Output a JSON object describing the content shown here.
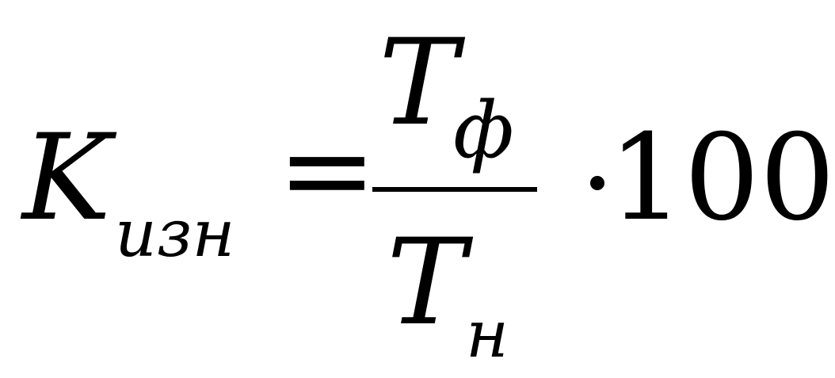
{
  "formula": {
    "lhs": {
      "symbol": "K",
      "subscript": "изн"
    },
    "operator": "=",
    "numerator": {
      "symbol": "T",
      "subscript": "ф"
    },
    "denominator": {
      "symbol": "T",
      "subscript": "н"
    },
    "multiplier": "100"
  }
}
